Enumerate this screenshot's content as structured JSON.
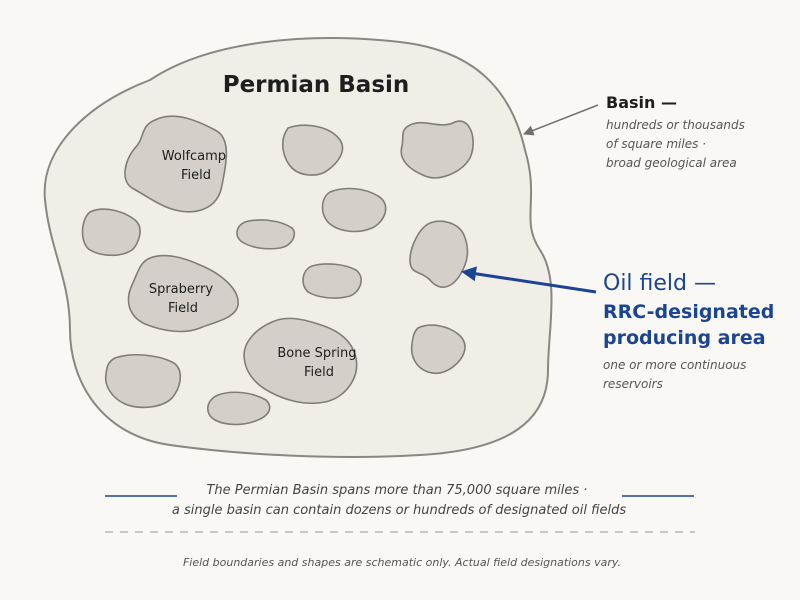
{
  "basin": {
    "title": "Permian Basin"
  },
  "fields": {
    "wolfcamp": [
      "Wolfcamp",
      "Field"
    ],
    "spraberry": [
      "Spraberry",
      "Field"
    ],
    "bone_spring": [
      "Bone Spring",
      "Field"
    ]
  },
  "basin_annotation": {
    "heading": "Basin —",
    "lines": [
      "hundreds or thousands",
      "of square miles ·",
      "broad geological area"
    ]
  },
  "oil_field_annotation": {
    "heading": "Oil field —",
    "subheading": [
      "RRC-designated",
      "producing area"
    ],
    "lines": [
      "one or more continuous",
      "reservoirs"
    ]
  },
  "caption": {
    "lines": [
      "The Permian Basin spans more than 75,000 square miles ·",
      "a single basin can contain dozens or hundreds of designated oil fields"
    ]
  },
  "footnote": "Field boundaries and shapes are schematic only. Actual field designations vary.",
  "colors": {
    "background": "#faf8f4",
    "basin_fill": "#f1eee8",
    "basin_stroke": "#8a8782",
    "field_fill": "#d4d0c9",
    "field_stroke": "#807c76",
    "accent_blue": "#1a4494",
    "gray_arrow": "#707070"
  }
}
